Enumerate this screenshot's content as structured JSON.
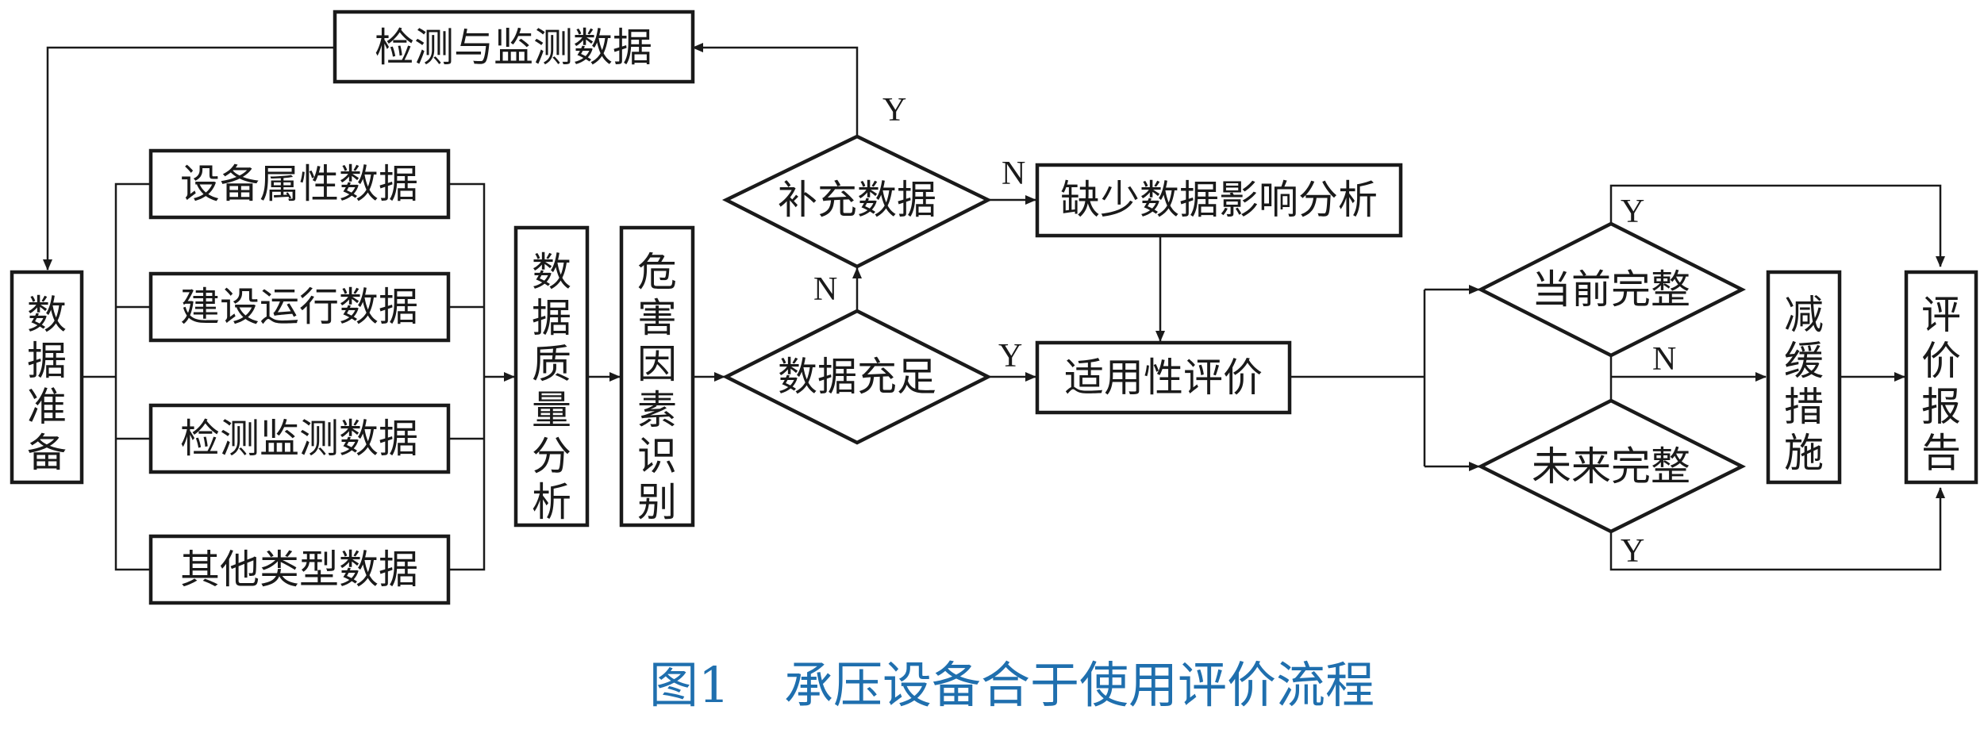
{
  "nodes": {
    "detect_monitor_data": "检测与监测数据",
    "data_prep": "数据准备",
    "equipment_attr": "设备属性数据",
    "construction_ops": "建设运行数据",
    "inspection_monitor": "检测监测数据",
    "other_types": "其他类型数据",
    "quality_analysis": "数据质量分析",
    "hazard_id": "危害因素识别",
    "data_sufficient": "数据充足",
    "supplement_data": "补充数据",
    "missing_impact": "缺少数据影响分析",
    "suitability_eval": "适用性评价",
    "current_integrity": "当前完整",
    "future_integrity": "未来完整",
    "mitigation": "减缓措施",
    "eval_report": "评价报告"
  },
  "labels": {
    "yes": "Y",
    "no": "N"
  },
  "caption": {
    "figure_no": "图1",
    "title": "承压设备合于使用评价流程"
  },
  "colors": {
    "ink": "#1a1a1a",
    "caption": "#1f6fae"
  }
}
